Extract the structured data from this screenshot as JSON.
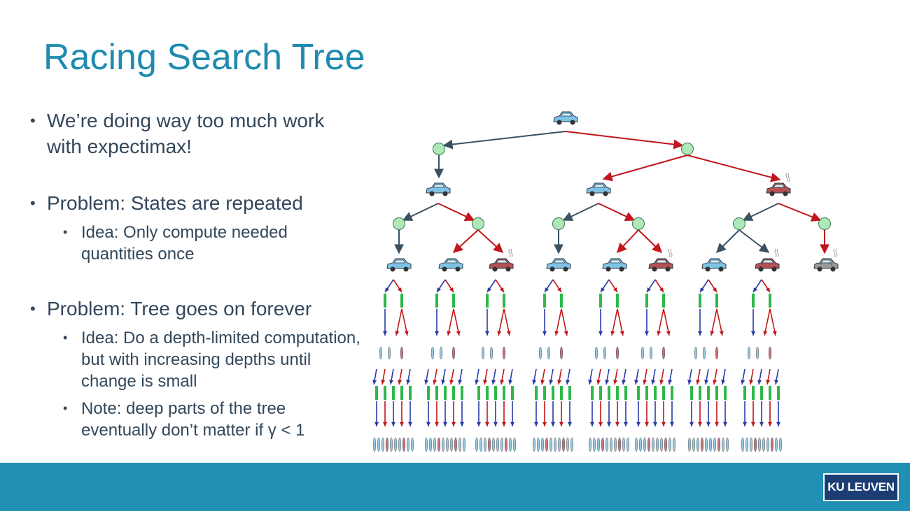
{
  "slide": {
    "title": "Racing Search Tree",
    "bullets": [
      {
        "level": 1,
        "text": "We’re doing way too much work with expectimax!"
      },
      {
        "level": 1,
        "text": "Problem: States are repeated"
      },
      {
        "level": 2,
        "text": "Idea: Only compute needed quantities once"
      },
      {
        "level": 1,
        "text": "Problem: Tree goes on forever"
      },
      {
        "level": 2,
        "text": "Idea: Do a depth-limited computation, but with increasing depths until change is small"
      },
      {
        "level": 2,
        "text": "Note: deep parts of the tree eventually don’t matter if γ < 1"
      }
    ]
  },
  "footer": {
    "logo_text": "KU LEUVEN"
  },
  "colors": {
    "title": "#1f8bb0",
    "body_text": "#33475b",
    "footer": "#2090b4",
    "logo_bg": "#1b3d73",
    "action_dark": "#3a5163",
    "action_red": "#c0161c",
    "chance_node": "#aee8b8",
    "car_blue": "#7ec3e6",
    "car_red": "#b55055",
    "car_gray": "#9a9a9a",
    "arrow_blue": "#2b3aa8",
    "green_bar": "#2fb84a"
  },
  "icons": [
    "car-cool-icon",
    "car-warm-icon",
    "car-overheated-icon",
    "chance-node-icon"
  ]
}
